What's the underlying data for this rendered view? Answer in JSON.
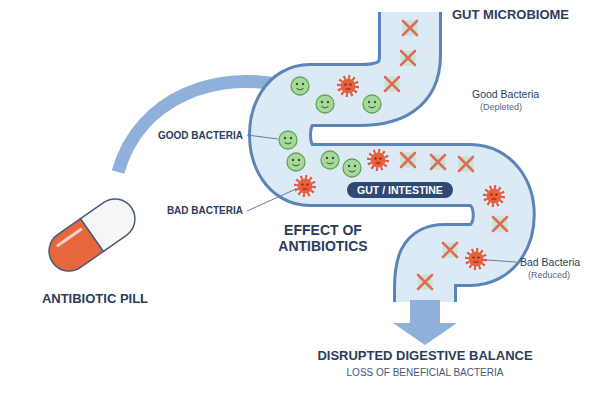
{
  "diagram": {
    "title": "GUT MICROBIOME",
    "nodes": [
      {
        "text": [
          "GUT / INTESTINE"
        ]
      }
    ],
    "labels": [
      "ANTIBIOTIC PILL",
      "GOOD BACTERIA",
      "BAD BACTERIA",
      "Good Bacteria",
      "(Depleted)",
      "EFFECT OF ANTIBIOTICS",
      "Bad Bacteria",
      "(Reduced)",
      "DISRUPTED DIGESTIVE BALANCE",
      "LOSS OF BENEFICIAL BACTERIA"
    ]
  }
}
